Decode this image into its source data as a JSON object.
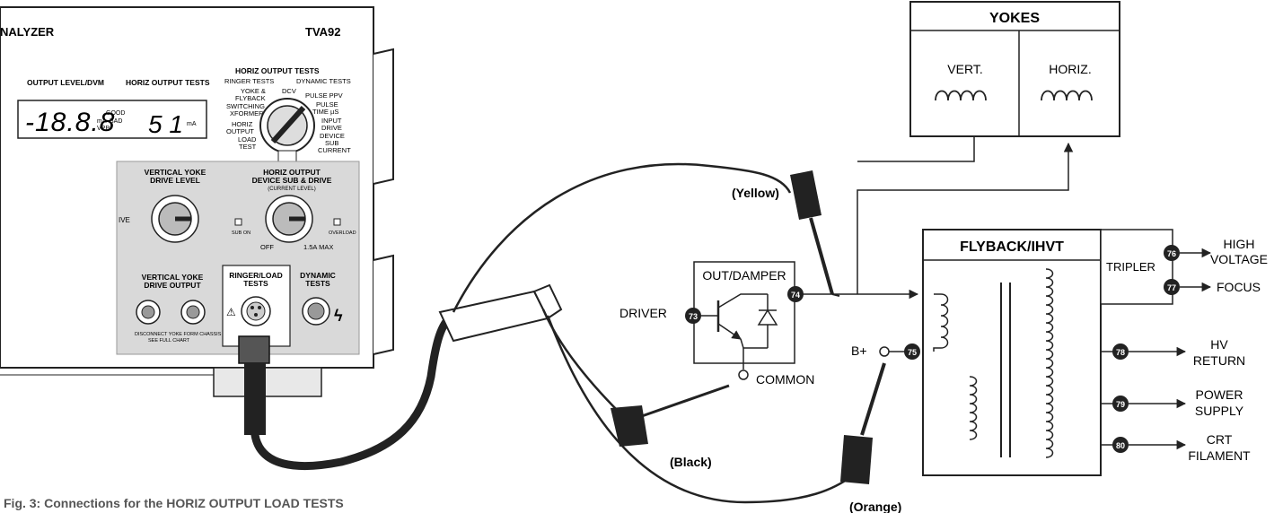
{
  "analyzer": {
    "brand": "NALYZER",
    "model": "TVA92",
    "output_level_label": "OUTPUT LEVEL/DVM",
    "horiz_output_tests_label": "HORIZ OUTPUT TESTS",
    "display_left": "-18.8.8",
    "display_unit_ma": "mA",
    "display_unit_vpp": "VPP",
    "display_good": "GOOD",
    "display_bad": "BAD",
    "display_right": "5 1",
    "display_right_unit": "mA",
    "selector_title": "HORIZ OUTPUT TESTS",
    "ringer_tests": "RINGER TESTS",
    "dynamic_tests_small": "DYNAMIC TESTS",
    "selector_positions": {
      "yoke": "YOKE &",
      "flyback": "FLYBACK",
      "dcv": "DCV",
      "pulse_ppv": "PULSE PPV",
      "pulse_time_1": "PULSE",
      "pulse_time_2": "TIME µS",
      "switching": "SWITCHING",
      "xformer": "XFORMER",
      "input": "INPUT",
      "drive": "DRIVE",
      "horiz": "HORIZ",
      "output": "OUTPUT",
      "device": "DEVICE",
      "sub": "SUB",
      "current": "CURRENT",
      "load": "LOAD",
      "test": "TEST"
    },
    "vertical_yoke_drive_level": [
      "VERTICAL YOKE",
      "DRIVE LEVEL"
    ],
    "horiz_output_device": [
      "HORIZ OUTPUT",
      "DEVICE SUB & DRIVE"
    ],
    "current_level": "(CURRENT LEVEL)",
    "ive_fragment": "IVE",
    "sub_on": "SUB ON",
    "overload": "OVERLOAD",
    "off": "OFF",
    "max": "1.5A MAX",
    "vertical_yoke_drive_output": [
      "VERTICAL YOKE",
      "DRIVE OUTPUT"
    ],
    "ringer_load_tests": [
      "RINGER/LOAD",
      "TESTS"
    ],
    "dynamic_tests": [
      "DYNAMIC",
      "TESTS"
    ],
    "disconnect_note": "DISCONNECT YOKE FORM CHASSIS",
    "see_full_chart": "SEE FULL CHART"
  },
  "leads": {
    "yellow": "(Yellow)",
    "black": "(Black)",
    "orange": "(Orange)"
  },
  "circuit": {
    "yokes_title": "YOKES",
    "vert": "VERT.",
    "horiz": "HORIZ.",
    "out_damper": "OUT/DAMPER",
    "driver": "DRIVER",
    "common": "COMMON",
    "b_plus": "B+",
    "flyback_title": "FLYBACK/IHVT",
    "tripler": "TRIPLER",
    "outputs": [
      {
        "num": "76",
        "label1": "HIGH",
        "label2": "VOLTAGE"
      },
      {
        "num": "77",
        "label1": "FOCUS",
        "label2": ""
      },
      {
        "num": "78",
        "label1": "HV",
        "label2": "RETURN"
      },
      {
        "num": "79",
        "label1": "POWER",
        "label2": "SUPPLY"
      },
      {
        "num": "80",
        "label1": "CRT",
        "label2": "FILAMENT"
      }
    ],
    "nodes": {
      "n73": "73",
      "n74": "74",
      "n75": "75"
    }
  },
  "caption": "Fig. 3: Connections for the HORIZ OUTPUT LOAD TESTS"
}
